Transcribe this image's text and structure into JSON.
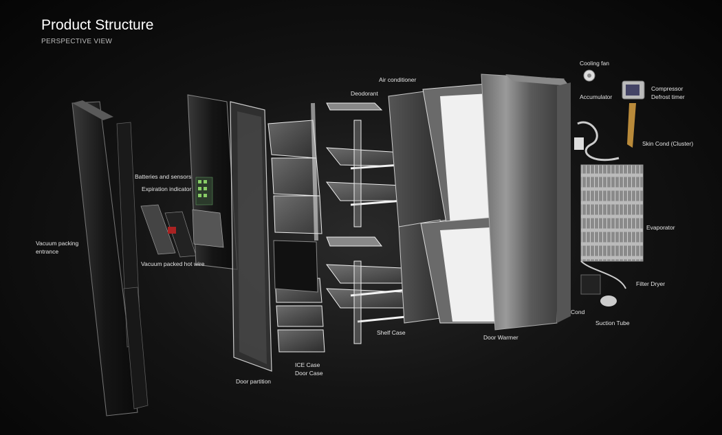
{
  "header": {
    "title": "Product Structure",
    "subtitle": "PERSPECTIVE VIEW"
  },
  "labels": {
    "vacuum_packing_entrance_1": "Vacuum packing",
    "vacuum_packing_entrance_2": "entrance",
    "batteries_and_sensors": "Batteries and sensors",
    "expiration_indicator": "Expiration indicator",
    "vacuum_packed_hot_wire": "Vacuum packed hot wire",
    "door_partition": "Door partition",
    "ice_case": "ICE Case",
    "door_case": "Door Case",
    "deodorant": "Deodorant",
    "air_conditioner": "Air conditioner",
    "shelf_case": "Shelf Case",
    "door_warmer": "Door Warmer",
    "cooling_fan": "Cooling fan",
    "accumulator": "Accumulator",
    "compressor": "Compressor",
    "defrost_timer": "Defrost timer",
    "skin_cond": "Skin Cond (Cluster)",
    "evaporator": "Evaporator",
    "filter_dryer": "Filter Dryer",
    "cond": "Cond",
    "suction_tube": "Suction Tube"
  }
}
